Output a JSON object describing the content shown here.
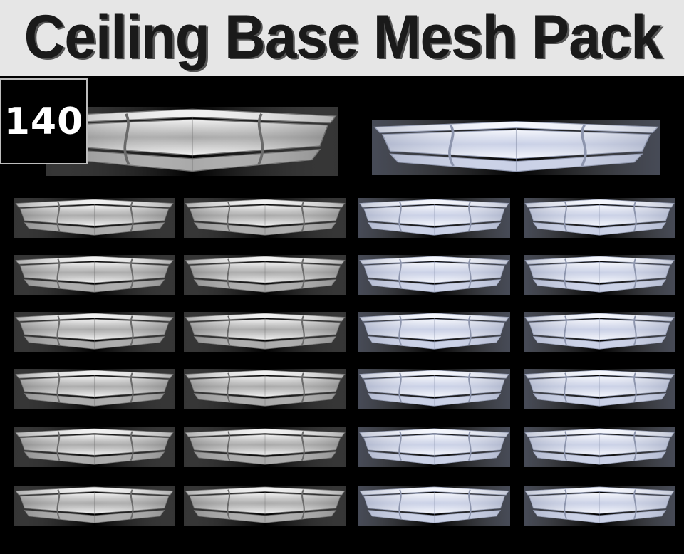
{
  "header": {
    "title": "Ceiling Base Mesh Pack",
    "background": "#e6e6e6",
    "text_color": "#1a1a1a"
  },
  "badge": {
    "count": "140"
  },
  "gallery": {
    "background": "#000000",
    "shade_gray": "#bcbcbc",
    "shade_blue": "#dfe4f3",
    "large": [
      {
        "label": "ceiling-mesh-large-1",
        "style": "gray"
      },
      {
        "label": "ceiling-mesh-large-2",
        "style": "blue"
      }
    ],
    "rows": 6,
    "columns": 4
  }
}
